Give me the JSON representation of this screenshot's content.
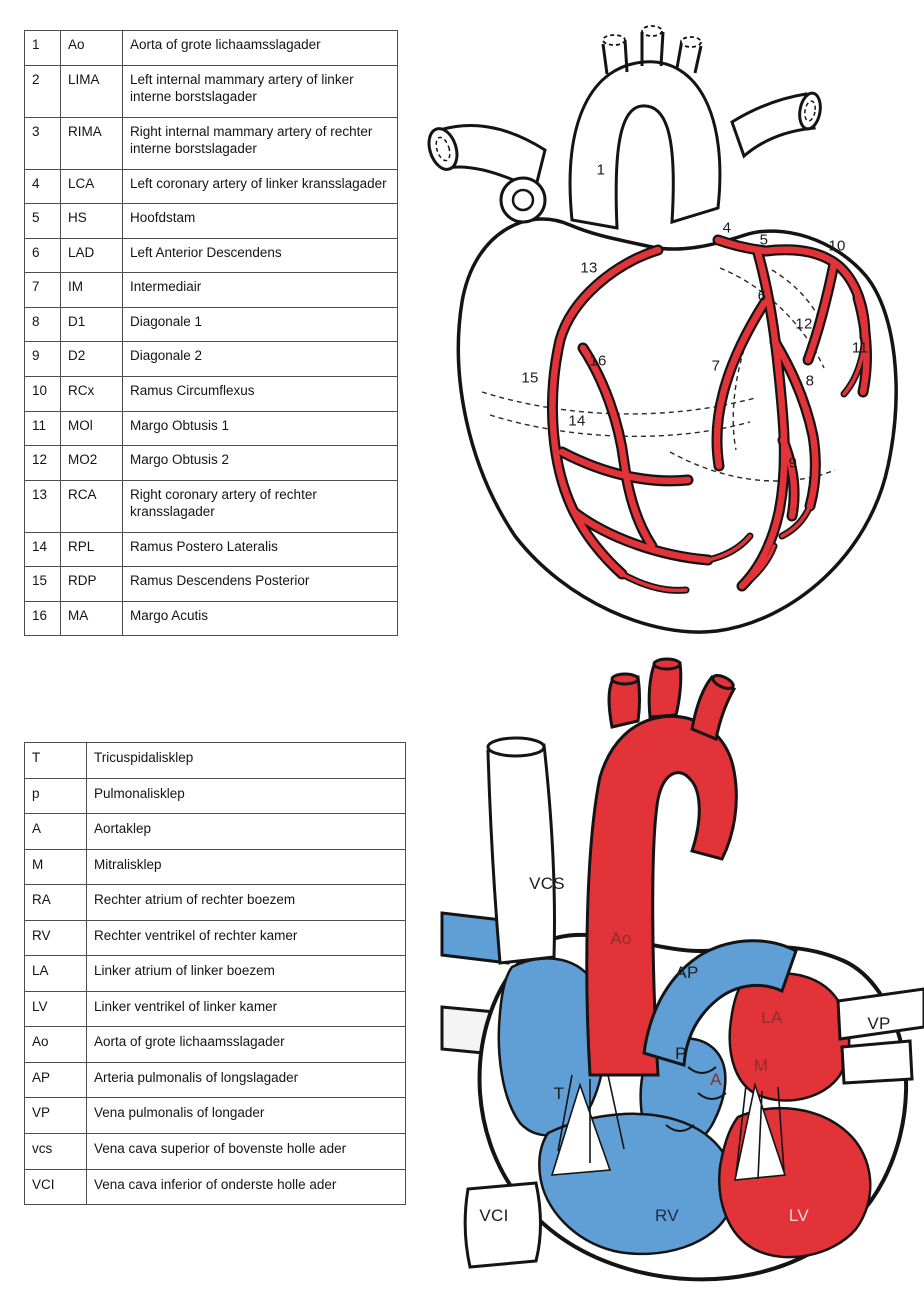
{
  "colors": {
    "artery_red": "#e23438",
    "vein_blue": "#5f9fd6",
    "outline": "#141414"
  },
  "coronary_table": {
    "rows": [
      {
        "num": "1",
        "abbr": "Ao",
        "desc": "Aorta of grote lichaamsslagader"
      },
      {
        "num": "2",
        "abbr": "LIMA",
        "desc": "Left internal mammary artery of linker interne borstslagader"
      },
      {
        "num": "3",
        "abbr": "RIMA",
        "desc": "Right internal mammary artery of rechter interne borstslagader"
      },
      {
        "num": "4",
        "abbr": "LCA",
        "desc": "Left coronary artery of linker kransslagader"
      },
      {
        "num": "5",
        "abbr": "HS",
        "desc": "Hoofdstam"
      },
      {
        "num": "6",
        "abbr": "LAD",
        "desc": "Left Anterior Descendens"
      },
      {
        "num": "7",
        "abbr": "IM",
        "desc": "Intermediair"
      },
      {
        "num": "8",
        "abbr": "D1",
        "desc": "Diagonale 1"
      },
      {
        "num": "9",
        "abbr": "D2",
        "desc": "Diagonale 2"
      },
      {
        "num": "10",
        "abbr": "RCx",
        "desc": "Ramus Circumflexus"
      },
      {
        "num": "11",
        "abbr": "MOl",
        "desc": "Margo Obtusis 1"
      },
      {
        "num": "12",
        "abbr": "MO2",
        "desc": "Margo Obtusis 2"
      },
      {
        "num": "13",
        "abbr": "RCA",
        "desc": "Right coronary artery of rechter kransslagader"
      },
      {
        "num": "14",
        "abbr": "RPL",
        "desc": "Ramus Postero Lateralis"
      },
      {
        "num": "15",
        "abbr": "RDP",
        "desc": "Ramus Descendens Posterior"
      },
      {
        "num": "16",
        "abbr": "MA",
        "desc": "Margo Acutis"
      }
    ]
  },
  "valve_table": {
    "rows": [
      {
        "abbr": "T",
        "desc": "Tricuspidalisklep"
      },
      {
        "abbr": "p",
        "desc": "Pulmonalisklep"
      },
      {
        "abbr": "A",
        "desc": "Aortaklep"
      },
      {
        "abbr": "M",
        "desc": "Mitralisklep"
      },
      {
        "abbr": "RA",
        "desc": "Rechter atrium of rechter boezem"
      },
      {
        "abbr": "RV",
        "desc": "Rechter ventrikel of rechter kamer"
      },
      {
        "abbr": "LA",
        "desc": "Linker atrium of linker boezem"
      },
      {
        "abbr": "LV",
        "desc": "Linker ventrikel of linker kamer"
      },
      {
        "abbr": "Ao",
        "desc": "Aorta of grote lichaamsslagader"
      },
      {
        "abbr": "AP",
        "desc": "Arteria pulmonalis of longslagader"
      },
      {
        "abbr": "VP",
        "desc": "Vena pulmonalis of longader"
      },
      {
        "abbr": "vcs",
        "desc": "Vena cava superior of bovenste holle ader"
      },
      {
        "abbr": "VCI",
        "desc": "Vena cava inferior of onderste holle ader"
      }
    ]
  },
  "diagram_top": {
    "labels": [
      "1",
      "13",
      "4",
      "5",
      "10",
      "6",
      "12",
      "11",
      "7",
      "16",
      "8",
      "15",
      "14",
      "9"
    ]
  },
  "diagram_bottom": {
    "labels": [
      "VCS",
      "Ao",
      "AP",
      "LA",
      "VP",
      "P",
      "A",
      "M",
      "T",
      "VCI",
      "RV",
      "LV"
    ]
  }
}
